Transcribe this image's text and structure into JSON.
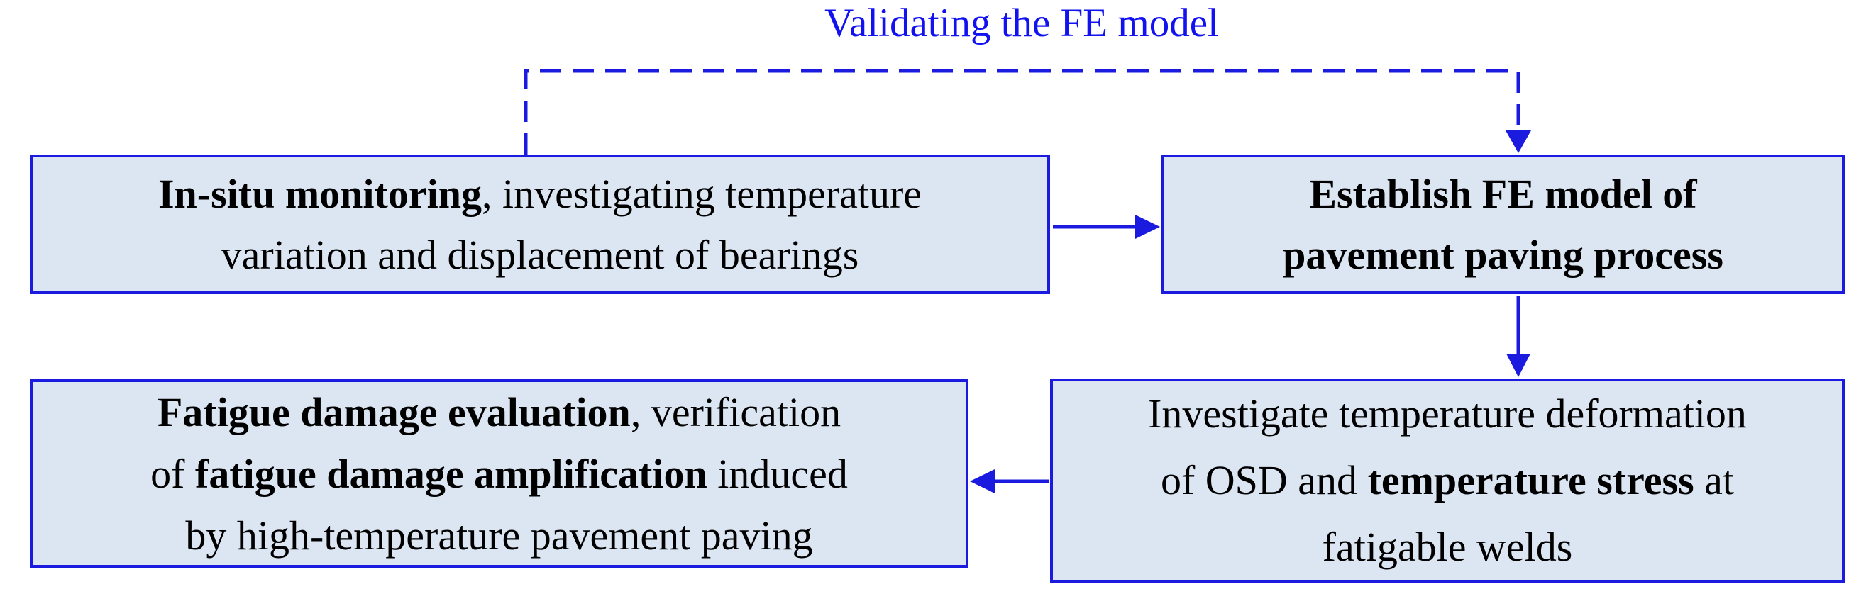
{
  "title": {
    "text": "Validating the FE model"
  },
  "colors": {
    "line": "#1b1be0",
    "title_text": "#1212f0",
    "box_fill": "#dce6f2",
    "box_border": "#1b1be0",
    "box_text": "#000000",
    "background": "#ffffff"
  },
  "boxes": {
    "in_situ_monitoring": {
      "lines": [
        {
          "segments": [
            {
              "text": "In-situ monitoring",
              "bold": true
            },
            {
              "text": ", investigating temperature",
              "bold": false
            }
          ]
        },
        {
          "segments": [
            {
              "text": "variation and displacement of bearings",
              "bold": false
            }
          ]
        }
      ]
    },
    "establish_fe_model": {
      "lines": [
        {
          "segments": [
            {
              "text": "Establish FE model of",
              "bold": true
            }
          ]
        },
        {
          "segments": [
            {
              "text": "pavement paving process",
              "bold": true
            }
          ]
        }
      ]
    },
    "investigate_deformation": {
      "lines": [
        {
          "segments": [
            {
              "text": "Investigate temperature deformation",
              "bold": false
            }
          ]
        },
        {
          "segments": [
            {
              "text": "of OSD and ",
              "bold": false
            },
            {
              "text": "temperature stress",
              "bold": true
            },
            {
              "text": " at",
              "bold": false
            }
          ]
        },
        {
          "segments": [
            {
              "text": "fatigable welds",
              "bold": false
            }
          ]
        }
      ]
    },
    "fatigue_evaluation": {
      "lines": [
        {
          "segments": [
            {
              "text": "Fatigue damage evaluation",
              "bold": true
            },
            {
              "text": ", verification",
              "bold": false
            }
          ]
        },
        {
          "segments": [
            {
              "text": "of ",
              "bold": false
            },
            {
              "text": "fatigue damage amplification",
              "bold": true
            },
            {
              "text": " induced",
              "bold": false
            }
          ]
        },
        {
          "segments": [
            {
              "text": "by high-temperature pavement paving",
              "bold": false
            }
          ]
        }
      ]
    }
  },
  "connectors": {
    "validating_loop": {
      "style": "dashed",
      "from": "in-situ-monitoring-box",
      "to": "establish-fe-model-box"
    },
    "monitoring_to_model": {
      "style": "solid",
      "from": "in-situ-monitoring-box",
      "to": "establish-fe-model-box"
    },
    "model_to_investigate": {
      "style": "solid",
      "from": "establish-fe-model-box",
      "to": "investigate-deformation-box"
    },
    "investigate_to_fatigue": {
      "style": "solid",
      "from": "investigate-deformation-box",
      "to": "fatigue-evaluation-box"
    }
  }
}
